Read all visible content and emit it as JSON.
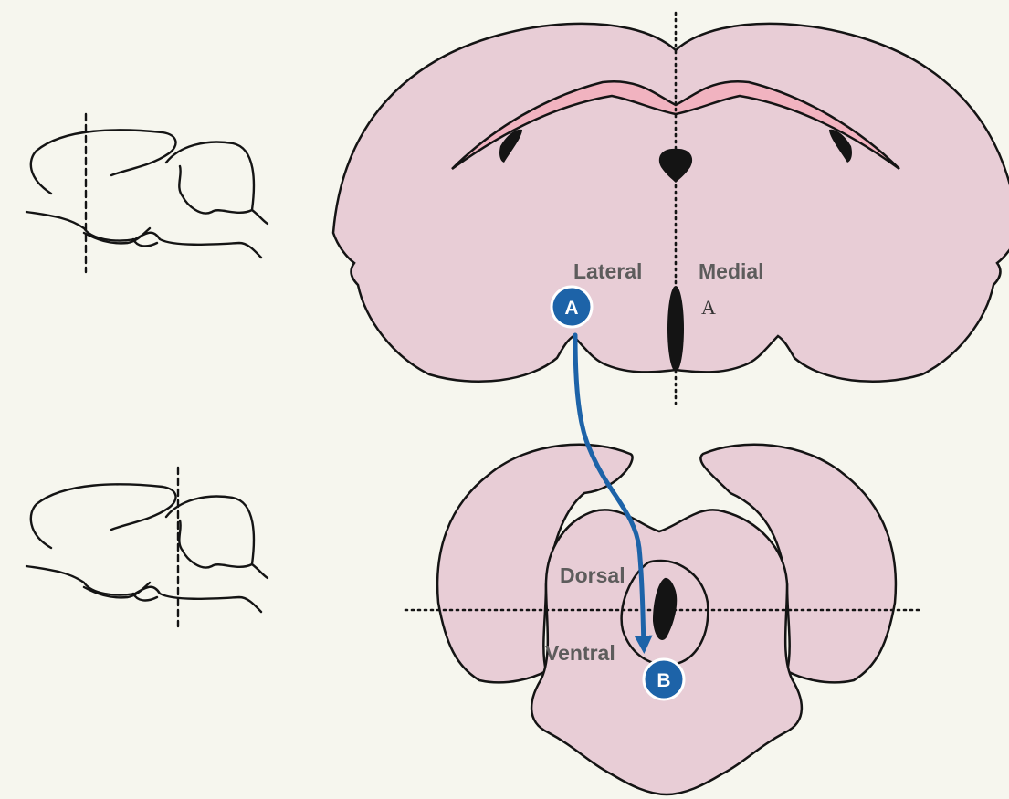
{
  "diagram": {
    "colors": {
      "background": "#f6f6ee",
      "tissue": "#e8cdd6",
      "corpus": "#f1b3c0",
      "outline": "#141414",
      "pathway": "#1d63a8"
    },
    "labels": {
      "lateral": "Lateral",
      "medial": "Medial",
      "small_a": "A",
      "dorsal": "Dorsal",
      "ventral": "Ventral"
    },
    "markers": {
      "start": "A",
      "end": "B"
    }
  }
}
